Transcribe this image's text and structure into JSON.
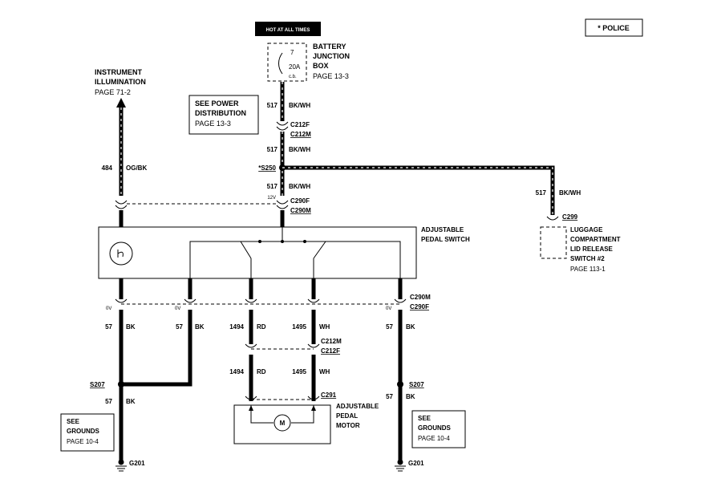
{
  "badges": {
    "hot": "HOT AT ALL TIMES",
    "police": "* POLICE"
  },
  "battery": {
    "line1": "BATTERY",
    "line2": "JUNCTION",
    "line3": "BOX",
    "page": "PAGE 13-3",
    "fuse_no": "7",
    "fuse_amp": "20A",
    "fuse_type": "c.b."
  },
  "power_ref": {
    "line1": "SEE POWER",
    "line2": "DISTRIBUTION",
    "page": "PAGE 13-3"
  },
  "instr": {
    "line1": "INSTRUMENT",
    "line2": "ILLUMINATION",
    "page": "PAGE 71-2"
  },
  "wires": {
    "w517_a_num": "517",
    "w517_a_col": "BK/WH",
    "w517_b_num": "517",
    "w517_b_col": "BK/WH",
    "w517_c_num": "517",
    "w517_c_col": "BK/WH",
    "w517_d_num": "517",
    "w517_d_col": "BK/WH",
    "w484_num": "484",
    "w484_col": "OG/BK",
    "w57_a_num": "57",
    "w57_a_col": "BK",
    "w57_b_num": "57",
    "w57_b_col": "BK",
    "w57_c_num": "57",
    "w57_c_col": "BK",
    "w57_d_num": "57",
    "w57_d_col": "BK",
    "w57_e_num": "57",
    "w57_e_col": "BK",
    "w1494_a_num": "1494",
    "w1494_a_col": "RD",
    "w1495_a_num": "1495",
    "w1495_a_col": "WH",
    "w1494_b_num": "1494",
    "w1494_b_col": "RD",
    "w1495_b_num": "1495",
    "w1495_b_col": "WH"
  },
  "connectors": {
    "c212f_top": "C212F",
    "c212m_top": "C212M",
    "s250": "*S250",
    "v12": "12V",
    "c290f_top": "C290F",
    "c290m_top": "C290M",
    "c299": "C299",
    "c290m_bot": "C290M",
    "c290f_bot": "C290F",
    "c212m_bot": "C212M",
    "c212f_bot": "C212F",
    "c291": "C291",
    "s207_left": "S207",
    "s207_right": "S207",
    "g201_left": "G201",
    "g201_right": "G201",
    "ov1": "0V",
    "ov2": "0V",
    "ov3": "0V"
  },
  "pedal_switch": {
    "line1": "ADJUSTABLE",
    "line2": "PEDAL SWITCH"
  },
  "luggage": {
    "line1": "LUGGAGE",
    "line2": "COMPARTMENT",
    "line3": "LID RELEASE",
    "line4": "SWITCH #2",
    "page": "PAGE 113-1"
  },
  "motor": {
    "line1": "ADJUSTABLE",
    "line2": "PEDAL",
    "line3": "MOTOR",
    "symbol": "M"
  },
  "grounds_left": {
    "line1": "SEE",
    "line2": "GROUNDS",
    "page": "PAGE 10-4"
  },
  "grounds_right": {
    "line1": "SEE",
    "line2": "GROUNDS",
    "page": "PAGE 10-4"
  }
}
